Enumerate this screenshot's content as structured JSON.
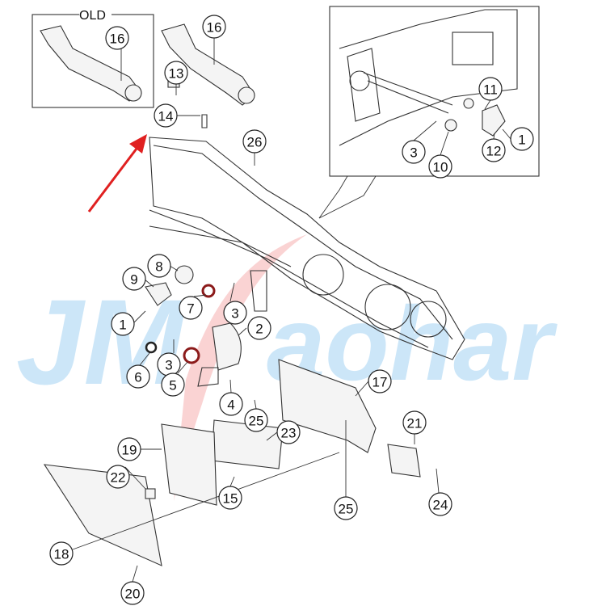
{
  "diagram": {
    "old_label": "OLD",
    "watermark": "JMSaohar",
    "arrow_color": "#e02020",
    "callouts": [
      {
        "id": "c16-old",
        "label": "16"
      },
      {
        "id": "c16",
        "label": "16"
      },
      {
        "id": "c13",
        "label": "13"
      },
      {
        "id": "c14",
        "label": "14"
      },
      {
        "id": "c26",
        "label": "26"
      },
      {
        "id": "c11",
        "label": "11"
      },
      {
        "id": "c1-inset",
        "label": "1"
      },
      {
        "id": "c12",
        "label": "12"
      },
      {
        "id": "c3-inset",
        "label": "3"
      },
      {
        "id": "c10",
        "label": "10"
      },
      {
        "id": "c8",
        "label": "8"
      },
      {
        "id": "c9",
        "label": "9"
      },
      {
        "id": "c7",
        "label": "7"
      },
      {
        "id": "c1",
        "label": "1"
      },
      {
        "id": "c3-a",
        "label": "3"
      },
      {
        "id": "c2",
        "label": "2"
      },
      {
        "id": "c3-b",
        "label": "3"
      },
      {
        "id": "c6",
        "label": "6"
      },
      {
        "id": "c5",
        "label": "5"
      },
      {
        "id": "c4",
        "label": "4"
      },
      {
        "id": "c25-a",
        "label": "25"
      },
      {
        "id": "c17",
        "label": "17"
      },
      {
        "id": "c23",
        "label": "23"
      },
      {
        "id": "c21",
        "label": "21"
      },
      {
        "id": "c19",
        "label": "19"
      },
      {
        "id": "c22",
        "label": "22"
      },
      {
        "id": "c15",
        "label": "15"
      },
      {
        "id": "c25-b",
        "label": "25"
      },
      {
        "id": "c24",
        "label": "24"
      },
      {
        "id": "c18",
        "label": "18"
      },
      {
        "id": "c20",
        "label": "20"
      }
    ]
  }
}
